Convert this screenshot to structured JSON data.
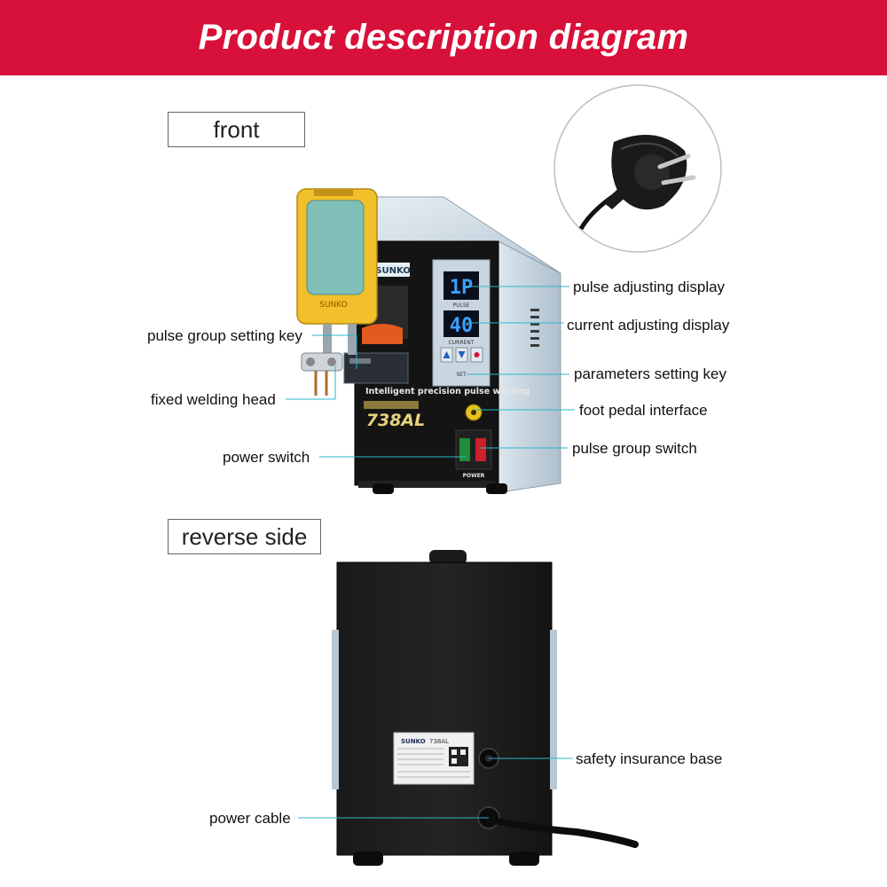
{
  "banner": {
    "title": "Product description diagram",
    "color": "#d8113a"
  },
  "sections": {
    "front": "front",
    "reverse": "reverse side"
  },
  "machine": {
    "brand": "SUNKO",
    "model": "738AL",
    "subtitle": "Intelligent precision pulse welding",
    "pulse_display": "1P",
    "current_display": "40",
    "pulse_label": "PULSE",
    "current_label": "CURRENT",
    "set_label": "SET",
    "power_label": "POWER",
    "rear_label_brand": "SUNKO",
    "rear_label_model": "738AL"
  },
  "callouts": {
    "pulse_adjusting_display": "pulse adjusting display",
    "current_adjusting_display": "current adjusting display",
    "parameters_setting_key": "parameters setting key",
    "foot_pedal_interface": "foot pedal interface",
    "pulse_group_switch": "pulse group switch",
    "pulse_group_setting_key": "pulse group setting key",
    "fixed_welding_head": "fixed welding head",
    "power_switch": "power switch",
    "safety_insurance_base": "safety insurance base",
    "power_cable": "power cable"
  },
  "colors": {
    "leader_line": "#29b7c9",
    "display_digits": "#3aa0ff",
    "housing_panel": "#c9d6e0",
    "housing_dark": "#111111"
  }
}
